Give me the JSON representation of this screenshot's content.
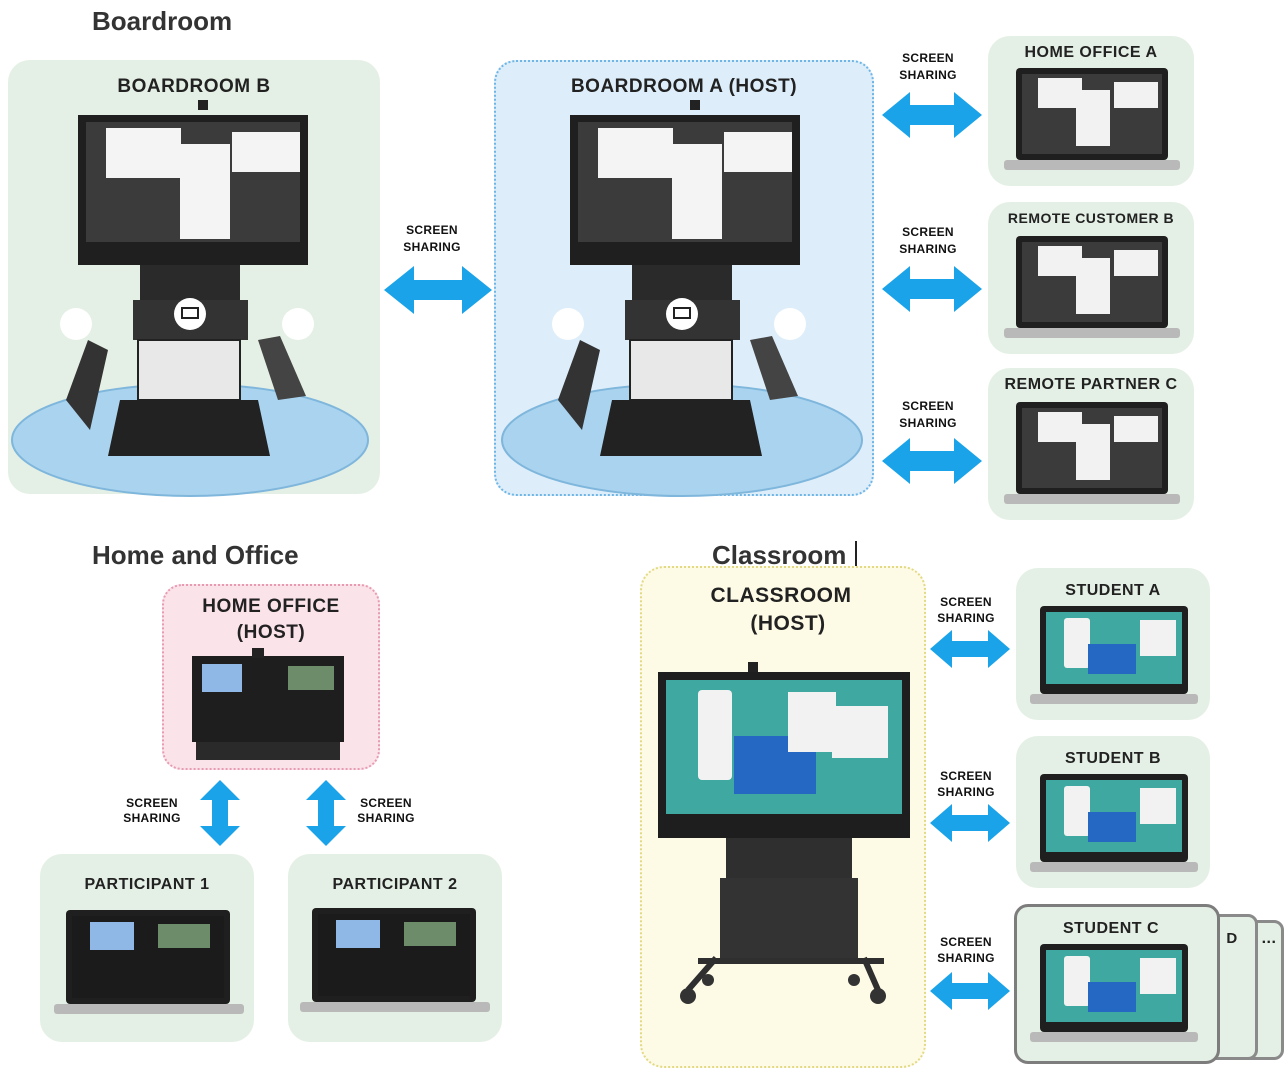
{
  "sections": {
    "boardroom": "Boardroom",
    "home_office": "Home and Office",
    "classroom": "Classroom"
  },
  "labels": {
    "boardroom_b": "BOARDROOM  B",
    "boardroom_a": "BOARDROOM  A (HOST)",
    "home_office_a": "HOME  OFFICE  A",
    "remote_customer_b": "REMOTE  CUSTOMER  B",
    "remote_partner_c": "REMOTE  PARTNER  C",
    "home_office_host_line1": "HOME OFFICE",
    "home_office_host_line2": "(HOST)",
    "participant_1": "PARTICIPANT 1",
    "participant_2": "PARTICIPANT 2",
    "classroom_host_line1": "CLASSROOM",
    "classroom_host_line2": "(HOST)",
    "student_a": "STUDENT  A",
    "student_b": "STUDENT  B",
    "student_c": "STUDENT  C",
    "student_d": "D",
    "student_more": "..."
  },
  "screen_sharing": {
    "line1": "SCREEN",
    "line2": "SHARING"
  },
  "colors": {
    "arrow": "#1aa3e8",
    "green_card": "#e4f0e5",
    "blue_card": "#ddeefa",
    "pink_card": "#fbe3ea",
    "yellow_card": "#fdfbe6",
    "table": "#9fcbea"
  }
}
